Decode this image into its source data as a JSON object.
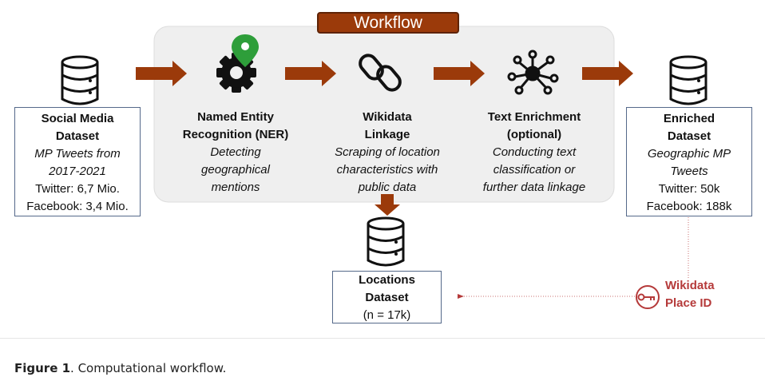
{
  "workflow": {
    "label": "Workflow"
  },
  "social_media": {
    "title_1": "Social Media",
    "title_2": "Dataset",
    "desc_1": "MP Tweets from",
    "desc_2": "2017-2021",
    "stat_1": "Twitter: 6,7 Mio.",
    "stat_2": "Facebook: 3,4 Mio."
  },
  "ner": {
    "title_1": "Named Entity",
    "title_2": "Recognition (NER)",
    "desc_1": "Detecting",
    "desc_2": "geographical",
    "desc_3": "mentions"
  },
  "wikidata": {
    "title_1": "Wikidata",
    "title_2": "Linkage",
    "desc_1": "Scraping of location",
    "desc_2": "characteristics with",
    "desc_3": "public data"
  },
  "enrichment": {
    "title_1": "Text Enrichment",
    "title_2": "(optional)",
    "desc_1": "Conducting text",
    "desc_2": "classification or",
    "desc_3": "further data linkage"
  },
  "enriched": {
    "title_1": "Enriched",
    "title_2": "Dataset",
    "desc_1": "Geographic MP",
    "desc_2": "Tweets",
    "stat_1": "Twitter: 50k",
    "stat_2": "Facebook: 188k"
  },
  "locations": {
    "title_1": "Locations",
    "title_2": "Dataset",
    "stat_1": "(n = 17k)"
  },
  "key": {
    "label_1": "Wikidata",
    "label_2": "Place ID"
  },
  "caption": {
    "figure": "Figure 1",
    "text": ". Computational workflow."
  },
  "colors": {
    "arrow": "#9b3a0a",
    "panel": "#efefef",
    "box_border": "#55698a",
    "key": "#b53a3a",
    "pin": "#2e9e3a"
  }
}
